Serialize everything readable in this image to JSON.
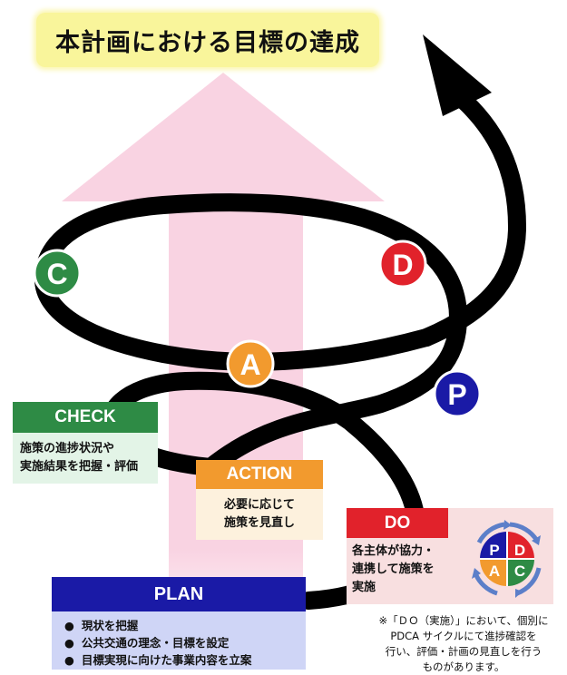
{
  "title": "本計画における目標の達成",
  "letters": {
    "c": "C",
    "d": "D",
    "a": "A",
    "p": "P"
  },
  "colors": {
    "plan": "#1a1aa6",
    "do": "#e1222b",
    "check": "#2e8b45",
    "action": "#f29a2e",
    "arrow": "#f9d3e2",
    "spiral": "#000000"
  },
  "check": {
    "label": "CHECK",
    "lines": [
      "施策の進捗状況や",
      "実施結果を把握・評価"
    ]
  },
  "action": {
    "label": "ACTION",
    "lines": [
      "必要に応じて",
      "施策を見直し"
    ]
  },
  "do": {
    "label": "DO",
    "lines": [
      "各主体が協力・",
      "連携して施策を",
      "実施"
    ]
  },
  "plan": {
    "label": "PLAN",
    "items": [
      "現状を把握",
      "公共交通の理念・目標を設定",
      "目標実現に向けた事業内容を立案"
    ]
  },
  "note": [
    "※「ＤＯ（実施）」において、個別に",
    "PDCA サイクルにて進捗確認を",
    "行い、評価・計画の見直しを行う",
    "ものがあります。"
  ],
  "pdca_mini": {
    "p": "P",
    "d": "D",
    "a": "A",
    "c": "C"
  }
}
